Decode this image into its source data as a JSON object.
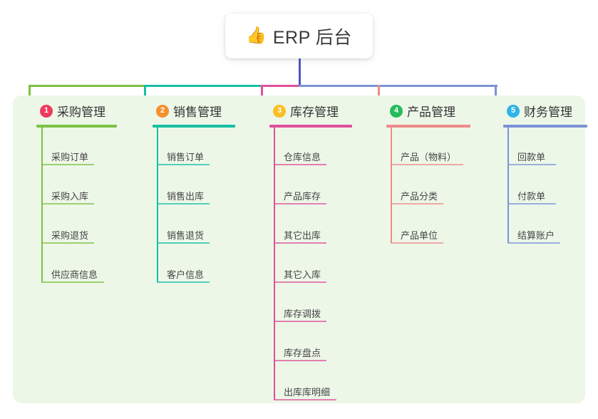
{
  "title": {
    "emoji": "👍",
    "emoji_name": "thumbs-up-icon",
    "text": "ERP 后台"
  },
  "colors": {
    "panel_bg": "#edf7e8",
    "page_bg": "#ffffff",
    "root_stem": "#4b55c0",
    "columns": [
      "#7dc142",
      "#18bfa4",
      "#e0509a",
      "#ef8a8a",
      "#7b93d6"
    ],
    "badges": [
      "#ee3a5c",
      "#f5902b",
      "#fbbe23",
      "#25bb5c",
      "#2fb3e8"
    ],
    "title_text": "#3a3a3a"
  },
  "columns": [
    {
      "number": "1",
      "label": "采购管理",
      "badge_color": "#ee3a5c",
      "line_color": "#7dc142",
      "items": [
        {
          "label": "采购订单"
        },
        {
          "label": "采购入库"
        },
        {
          "label": "采购退货"
        },
        {
          "label": "供应商信息"
        }
      ]
    },
    {
      "number": "2",
      "label": "销售管理",
      "badge_color": "#f5902b",
      "line_color": "#18bfa4",
      "items": [
        {
          "label": "销售订单"
        },
        {
          "label": "销售出库"
        },
        {
          "label": "销售退货"
        },
        {
          "label": "客户信息"
        }
      ]
    },
    {
      "number": "3",
      "label": "库存管理",
      "badge_color": "#fbbe23",
      "line_color": "#e0509a",
      "items": [
        {
          "label": "仓库信息"
        },
        {
          "label": "产品库存"
        },
        {
          "label": "其它出库"
        },
        {
          "label": "其它入库"
        },
        {
          "label": "库存调拨"
        },
        {
          "label": "库存盘点"
        },
        {
          "label": "出库库明细"
        }
      ]
    },
    {
      "number": "4",
      "label": "产品管理",
      "badge_color": "#25bb5c",
      "line_color": "#ef8a8a",
      "items": [
        {
          "label": "产品（物料）"
        },
        {
          "label": "产品分类"
        },
        {
          "label": "产品单位"
        }
      ]
    },
    {
      "number": "5",
      "label": "财务管理",
      "badge_color": "#2fb3e8",
      "line_color": "#7b93d6",
      "items": [
        {
          "label": "回款单"
        },
        {
          "label": "付款单"
        },
        {
          "label": "结算账户"
        }
      ]
    }
  ]
}
